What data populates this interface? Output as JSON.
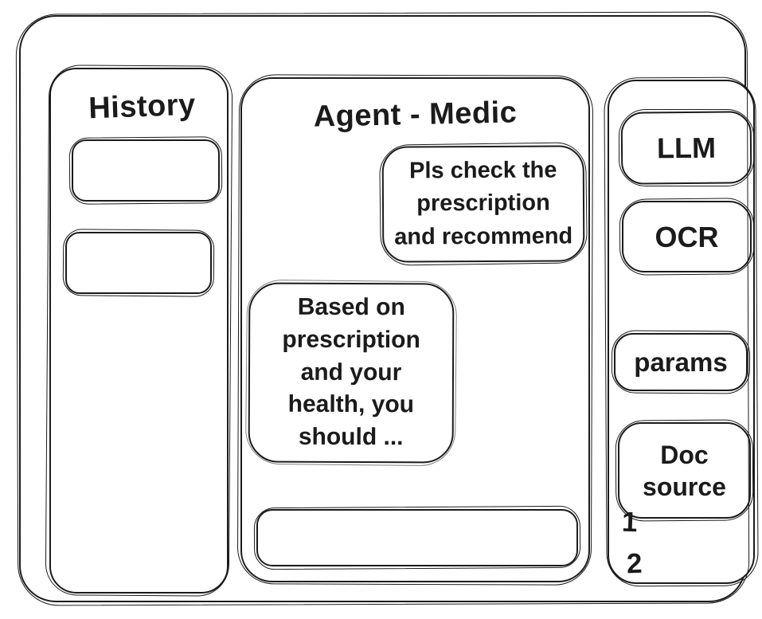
{
  "ink_color": "#1b1b1b",
  "history_panel": {
    "title": "History",
    "items": [
      {
        "label": ""
      },
      {
        "label": ""
      }
    ]
  },
  "chat_panel": {
    "title": "Agent - Medic",
    "messages": [
      {
        "role": "user",
        "text": "Pls check the\nprescription\nand recommend"
      },
      {
        "role": "agent",
        "text": "Based on\nprescription\nand your\nhealth, you\nshould ..."
      }
    ],
    "composer": {
      "value": "",
      "placeholder": ""
    }
  },
  "tools_panel": {
    "buttons": [
      {
        "label": "LLM"
      },
      {
        "label": "OCR"
      },
      {
        "label": "params"
      },
      {
        "label": "Doc source"
      }
    ],
    "doc_items": [
      {
        "label": "1"
      },
      {
        "label": "2"
      }
    ]
  }
}
